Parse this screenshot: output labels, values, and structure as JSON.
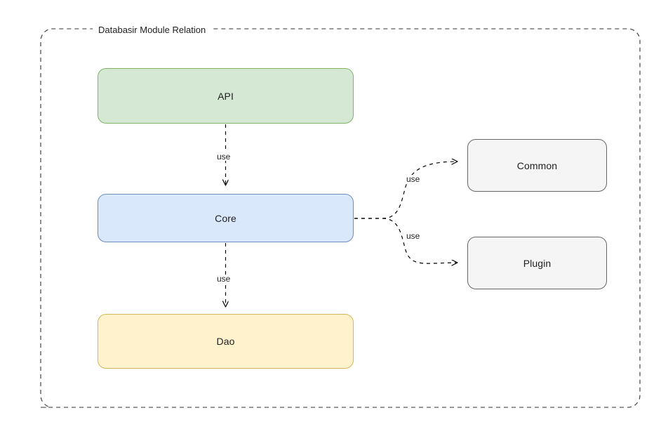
{
  "diagram": {
    "group": {
      "title": "Databasir Module Relation",
      "border_color": "#333333",
      "border_style": "dashed"
    },
    "nodes": [
      {
        "id": "api",
        "label": "API",
        "fill": "#d5e8d4",
        "stroke": "#82b366"
      },
      {
        "id": "core",
        "label": "Core",
        "fill": "#dae8fc",
        "stroke": "#6c8ebf"
      },
      {
        "id": "dao",
        "label": "Dao",
        "fill": "#fff2cc",
        "stroke": "#d6b656"
      },
      {
        "id": "common",
        "label": "Common",
        "fill": "#f5f5f5",
        "stroke": "#666666"
      },
      {
        "id": "plugin",
        "label": "Plugin",
        "fill": "#f5f5f5",
        "stroke": "#666666"
      }
    ],
    "edges": [
      {
        "id": "api-core",
        "from": "api",
        "to": "core",
        "label": "use",
        "style": "dashed-arrow"
      },
      {
        "id": "core-dao",
        "from": "core",
        "to": "dao",
        "label": "use",
        "style": "dashed-arrow"
      },
      {
        "id": "core-common",
        "from": "core",
        "to": "common",
        "label": "use",
        "style": "dashed-arrow"
      },
      {
        "id": "core-plugin",
        "from": "core",
        "to": "plugin",
        "label": "use",
        "style": "dashed-arrow"
      }
    ],
    "edge_color": "#000000",
    "background": "#ffffff"
  }
}
